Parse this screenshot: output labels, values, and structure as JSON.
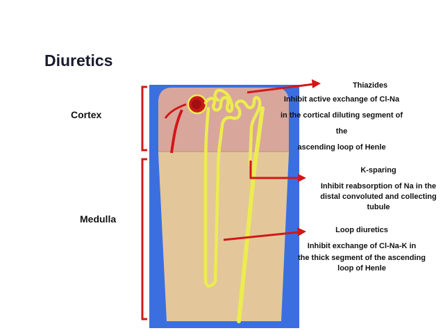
{
  "title": "Diuretics",
  "regions": {
    "cortex": "Cortex",
    "medulla": "Medulla"
  },
  "annotations": {
    "thiazides": {
      "name": "Thiazides",
      "lines": [
        "Inhibit active exchange of Cl-Na",
        "in the cortical diluting segment of",
        "the",
        "ascending loop of Henle"
      ]
    },
    "k_sparing": {
      "name": "K-sparing",
      "lines": [
        "Inhibit reabsorption of Na in the",
        "distal convoluted and collecting",
        "tubule"
      ]
    },
    "loop": {
      "name": "Loop diuretics",
      "lines": [
        "Inhibit exchange of Cl-Na-K in",
        "the thick segment of the ascending",
        "loop of Henle"
      ]
    }
  },
  "colors": {
    "background_panel": "#3b6fe0",
    "cortex_fill": "#d9a69c",
    "medulla_fill": "#e3c79a",
    "tubule": "#ecec50",
    "vessel": "#d01818",
    "arrow": "#d01818"
  }
}
